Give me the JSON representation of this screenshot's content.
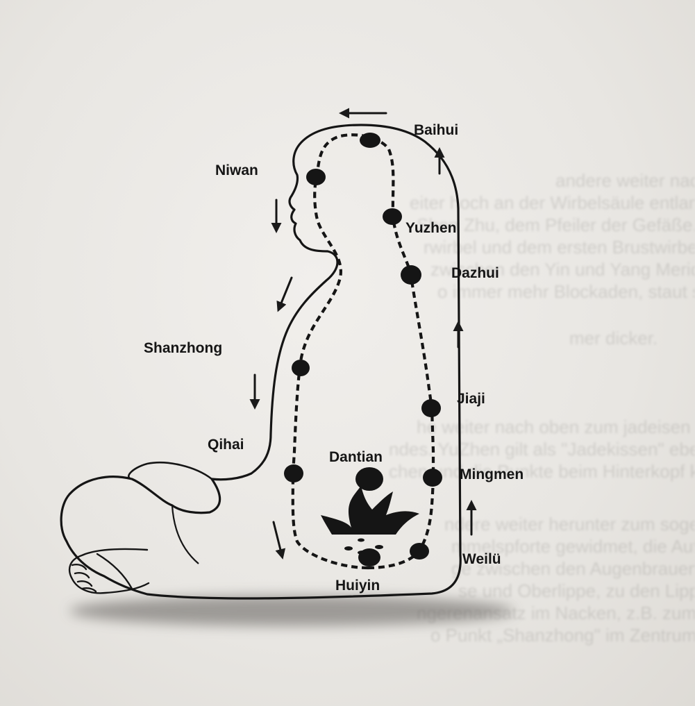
{
  "labels": {
    "baihui": "Baihui",
    "niwan": "Niwan",
    "yuzhen": "Yuzhen",
    "dazhui": "Dazhui",
    "shanzhong": "Shanzhong",
    "jiaji": "Jiaji",
    "qihai": "Qihai",
    "dantian": "Dantian",
    "mingmen": "Mingmen",
    "weilu": "Weilü",
    "huiyin": "Huiyin"
  },
  "bleed_through": [
    "andere weiter nach oben zu bringen, dem \"Tor des",
    "eiter hoch an der Wirbelsäule entlang bis zum unteren",
    "Shen Zhu, dem Pfeiler der Gefäße. Siehe e",
    "rwirbel und dem ersten Brustwirbel. Dort liegt Dazhu",
    "zwischen den Yin und Yang Meridianen. Wenn dort mit",
    "o immer mehr Blockaden, staut sich dort das Qi, der",
    "mer dicker.",
    "he weiter nach oben zum jadeisen „Yuzhen\" (hier",
    "ndes. YuZhen gilt als \"Jadekissen\" ebenso da wichtig",
    "chen und die Punkte beim Hinterkopf kommt beim",
    "ndere weiter herunter zum sogenannten Scheitel",
    "mmelspforte gewidmet, die Aufmerksamkeit",
    "ge zwischen den Augenbrauen und weiter über",
    "se und Oberlippe, zu den Lippen, der Zunge",
    "ngerenansatz im Nacken, z.B. zum Brustbein zwischen",
    "o Punkt „Shanzhong\" im Zentrum des Brustbeins"
  ]
}
